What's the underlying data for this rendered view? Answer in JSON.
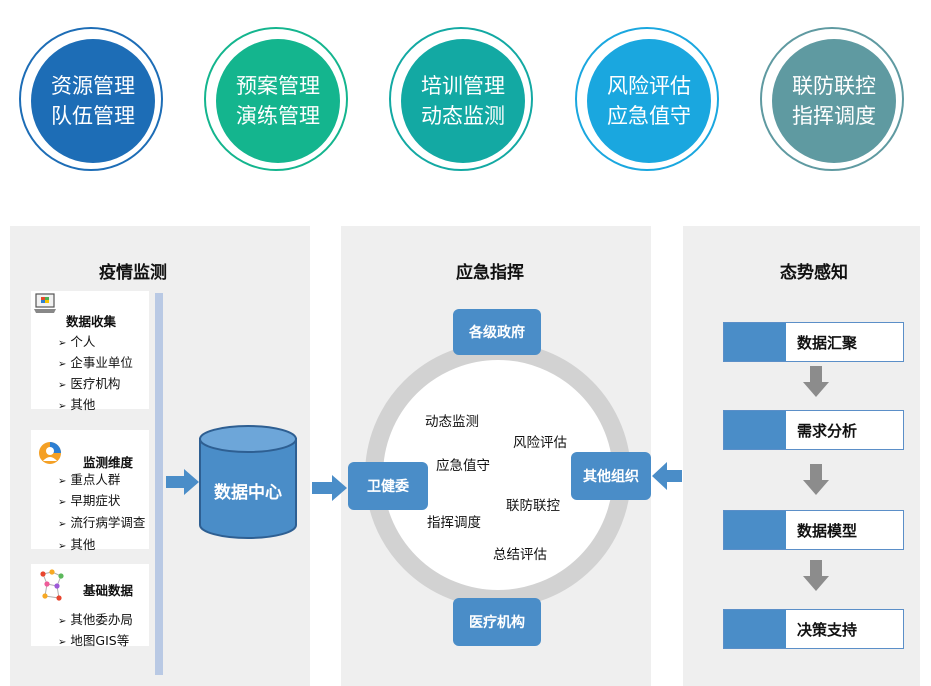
{
  "circles": [
    {
      "line1": "资源管理",
      "line2": "队伍管理",
      "color": "#1d6db6"
    },
    {
      "line1": "预案管理",
      "line2": "演练管理",
      "color": "#14b58e"
    },
    {
      "line1": "培训管理",
      "line2": "动态监测",
      "color": "#13a9a3"
    },
    {
      "line1": "风险评估",
      "line2": "应急值守",
      "color": "#1aa7df"
    },
    {
      "line1": "联防联控",
      "line2": "指挥调度",
      "color": "#5f9aa1"
    }
  ],
  "monitoring": {
    "title": "疫情监测",
    "cards": [
      {
        "heading": "数据收集",
        "items": [
          "个人",
          "企事业单位",
          "医疗机构",
          "其他"
        ]
      },
      {
        "heading": "监测维度",
        "items": [
          "重点人群",
          "早期症状",
          "流行病学调查",
          "其他"
        ]
      },
      {
        "heading": "基础数据",
        "items": [
          "其他委办局",
          "地图GIS等"
        ]
      }
    ],
    "data_center": "数据中心"
  },
  "command": {
    "title": "应急指挥",
    "top": "各级政府",
    "left": "卫健委",
    "right": "其他组织",
    "bottom": "医疗机构",
    "ring_items": [
      "动态监测",
      "风险评估",
      "应急值守",
      "联防联控",
      "指挥调度",
      "总结评估"
    ]
  },
  "awareness": {
    "title": "态势感知",
    "steps": [
      "数据汇聚",
      "需求分析",
      "数据模型",
      "决策支持"
    ]
  },
  "colors": {
    "accent_blue": "#4a8dc8",
    "panel_bg": "#efefef",
    "arrow_gray": "#8c8c8c"
  }
}
